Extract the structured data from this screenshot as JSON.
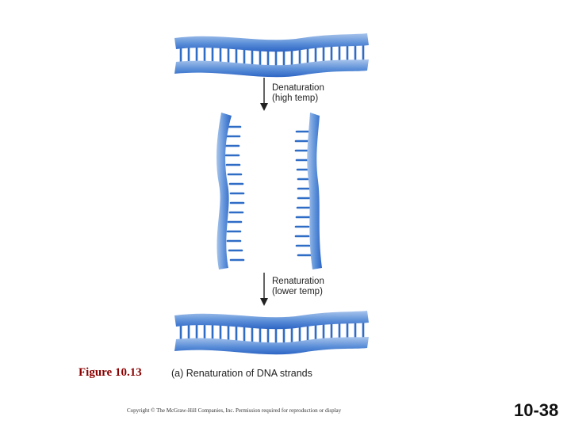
{
  "diagram": {
    "steps": [
      {
        "label_line1": "Denaturation",
        "label_line2": "(high temp)"
      },
      {
        "label_line1": "Renaturation",
        "label_line2": "(lower temp)"
      }
    ],
    "figure_number": "Figure 10.13",
    "caption": "(a) Renaturation of DNA strands",
    "colors": {
      "strand_light": "#a9c5ec",
      "strand_mid": "#5b8fd8",
      "strand_dark": "#2d65c4",
      "base": "#2f6cc6",
      "arrow": "#222222",
      "figure_number": "#8b0000"
    }
  },
  "footer": {
    "copyright": "Copyright © The McGraw-Hill Companies, Inc. Permission required for reproduction or display",
    "slide_number": "10-38"
  }
}
